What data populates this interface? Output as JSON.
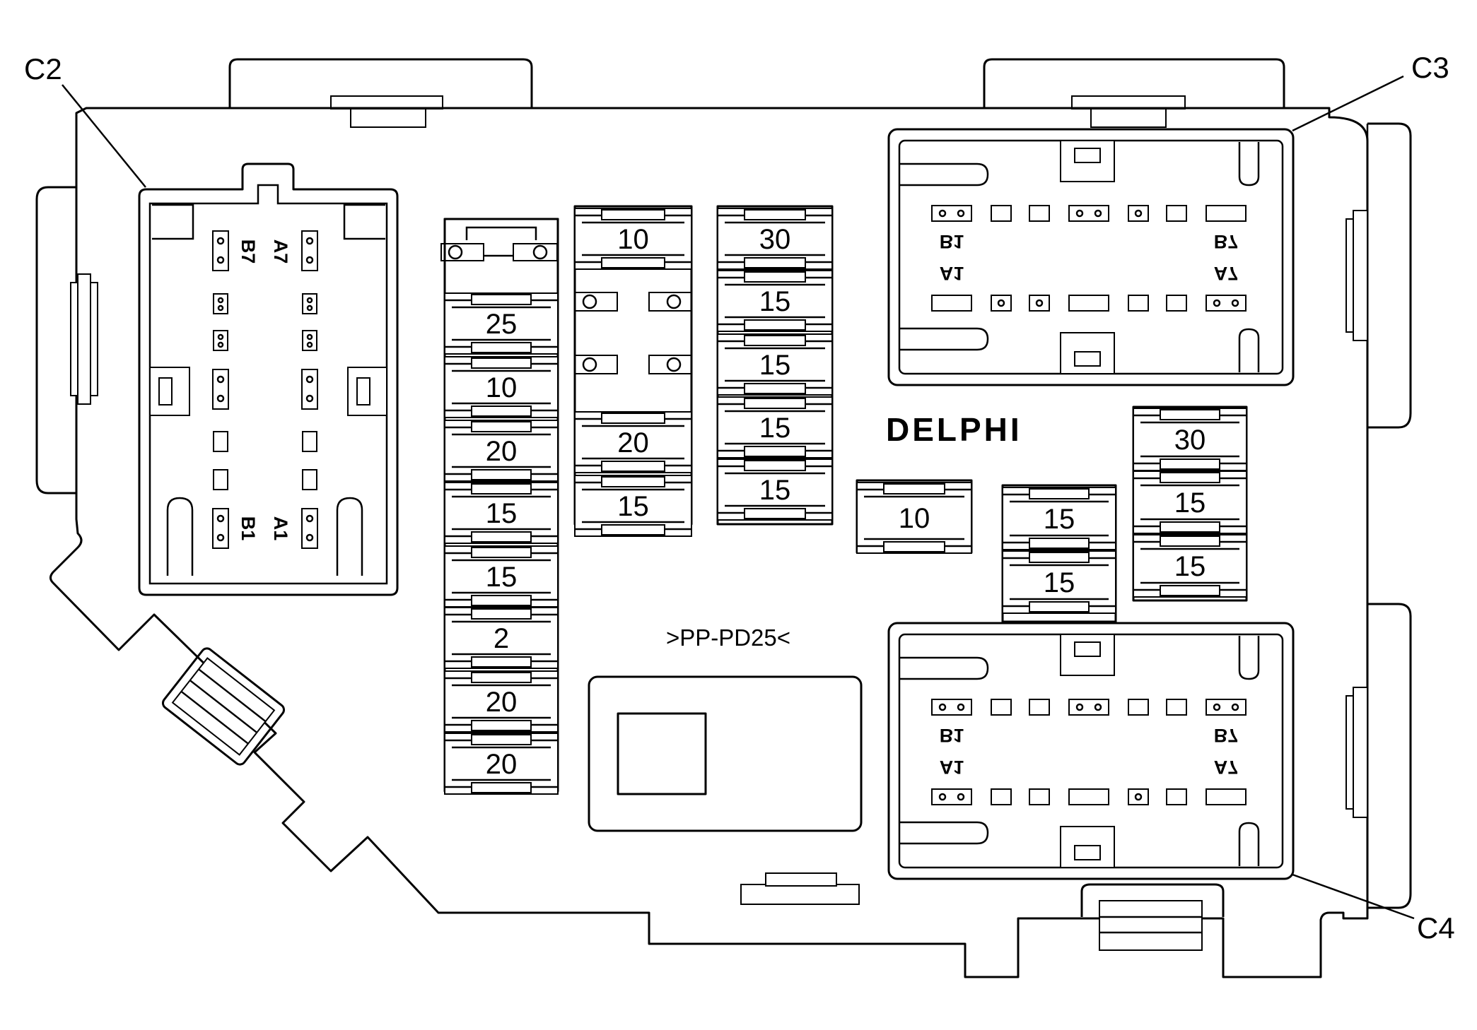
{
  "brand": "DELPHI",
  "part_number": ">PP-PD25<",
  "callouts": {
    "c2": "C2",
    "c3": "C3",
    "c4": "C4"
  },
  "connector_c2": {
    "pin_labels": [
      "A7",
      "B7",
      "A1",
      "B1"
    ]
  },
  "connector_c3": {
    "pin_labels": [
      "B1",
      "B7",
      "A1",
      "A7"
    ]
  },
  "connector_c4": {
    "pin_labels": [
      "B1",
      "B7",
      "A1",
      "A7"
    ]
  },
  "fuse_columns": [
    {
      "id": "col1",
      "fuses": [
        "25",
        "10",
        "20",
        "15",
        "15",
        "2",
        "20",
        "20"
      ]
    },
    {
      "id": "col2",
      "fuses": [
        "10",
        "20",
        "15"
      ]
    },
    {
      "id": "col3",
      "fuses": [
        "30",
        "15",
        "15",
        "15",
        "15"
      ]
    },
    {
      "id": "single",
      "fuses": [
        "10"
      ]
    },
    {
      "id": "pair",
      "fuses": [
        "15",
        "15"
      ]
    },
    {
      "id": "col4",
      "fuses": [
        "30",
        "15",
        "15"
      ]
    }
  ]
}
